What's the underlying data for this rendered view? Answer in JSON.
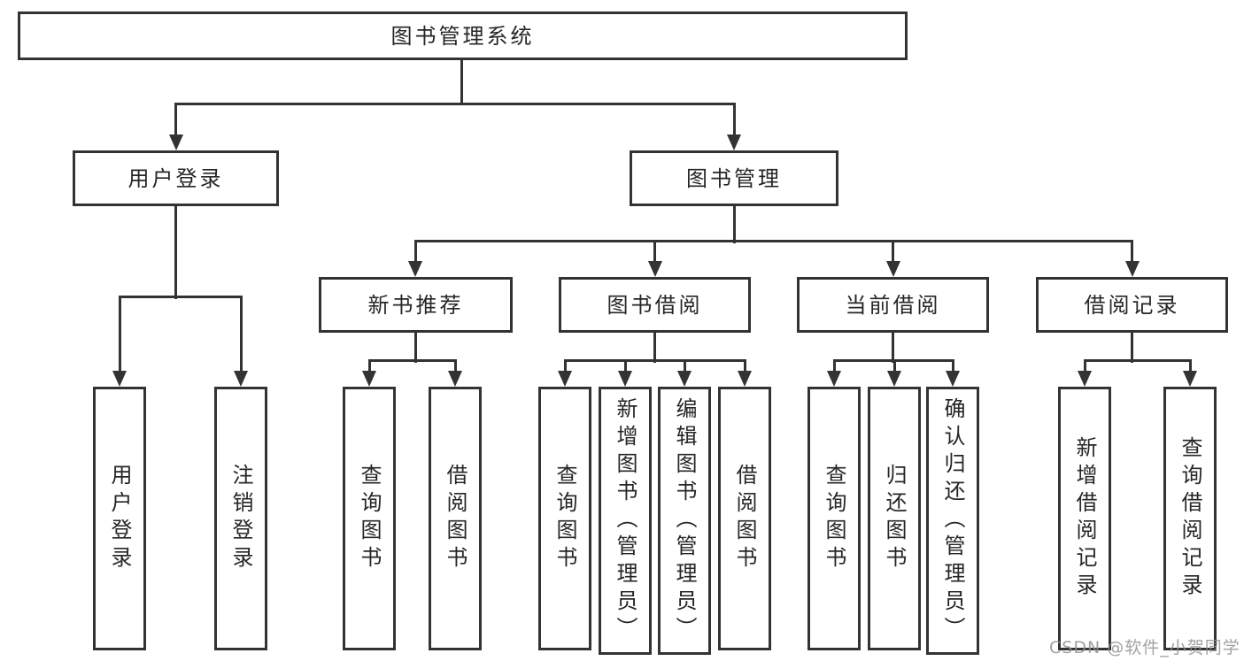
{
  "diagram": {
    "watermark": "CSDN @软件_小贺同学",
    "colors": {
      "line": "#333333",
      "text": "#262626",
      "background": "#ffffff",
      "watermark": "#919191"
    },
    "nodes": {
      "root": {
        "label": "图书管理系统"
      },
      "level2": [
        {
          "id": "user-login",
          "label": "用户登录"
        },
        {
          "id": "book-management",
          "label": "图书管理"
        }
      ],
      "level3": [
        {
          "id": "new-book-recommend",
          "label": "新书推荐",
          "parent": "图书管理"
        },
        {
          "id": "book-borrow",
          "label": "图书借阅",
          "parent": "图书管理"
        },
        {
          "id": "current-borrow",
          "label": "当前借阅",
          "parent": "图书管理"
        },
        {
          "id": "borrow-records",
          "label": "借阅记录",
          "parent": "图书管理"
        }
      ],
      "leaves": [
        {
          "group": "用户登录",
          "label": "用户登录"
        },
        {
          "group": "用户登录",
          "label": "注销登录"
        },
        {
          "group": "新书推荐",
          "label": "查询图书"
        },
        {
          "group": "新书推荐",
          "label": "借阅图书"
        },
        {
          "group": "图书借阅",
          "label": "查询图书"
        },
        {
          "group": "图书借阅",
          "label": "新增图书（管理员）"
        },
        {
          "group": "图书借阅",
          "label": "编辑图书（管理员）"
        },
        {
          "group": "图书借阅",
          "label": "借阅图书"
        },
        {
          "group": "当前借阅",
          "label": "查询图书"
        },
        {
          "group": "当前借阅",
          "label": "归还图书"
        },
        {
          "group": "当前借阅",
          "label": "确认归还（管理员）"
        },
        {
          "group": "借阅记录",
          "label": "新增借阅记录"
        },
        {
          "group": "借阅记录",
          "label": "查询借阅记录"
        }
      ]
    }
  }
}
